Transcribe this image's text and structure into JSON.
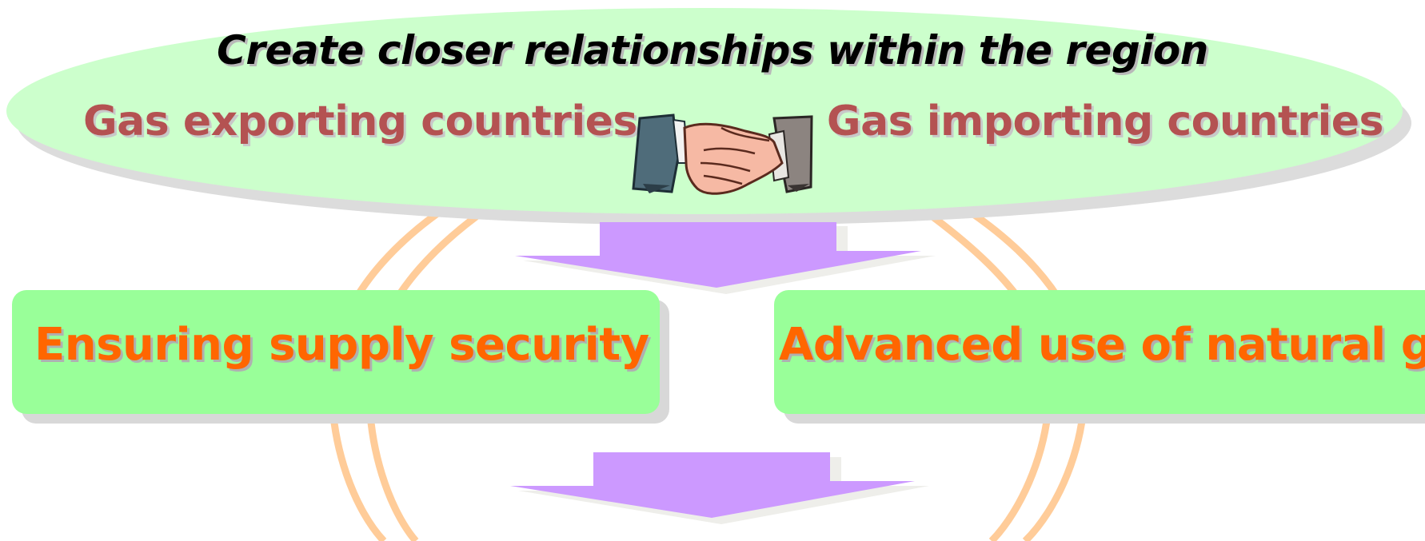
{
  "header": {
    "title": "Create closer relationships within the region"
  },
  "parties": {
    "left": "Gas exporting countries",
    "right": "Gas importing countries"
  },
  "outcomes": {
    "left": "Ensuring supply security",
    "right": "Advanced use of natural gas"
  },
  "icons": {
    "handshake": "handshake-icon",
    "arrow": "down-arrow-icon"
  },
  "colors": {
    "ellipse_fill": "#ccffcc",
    "party_text": "#b45252",
    "box_fill": "#99ff99",
    "box_text": "#ff6600",
    "arrow_fill": "#cc99ff",
    "ring": "#ffcc99"
  }
}
